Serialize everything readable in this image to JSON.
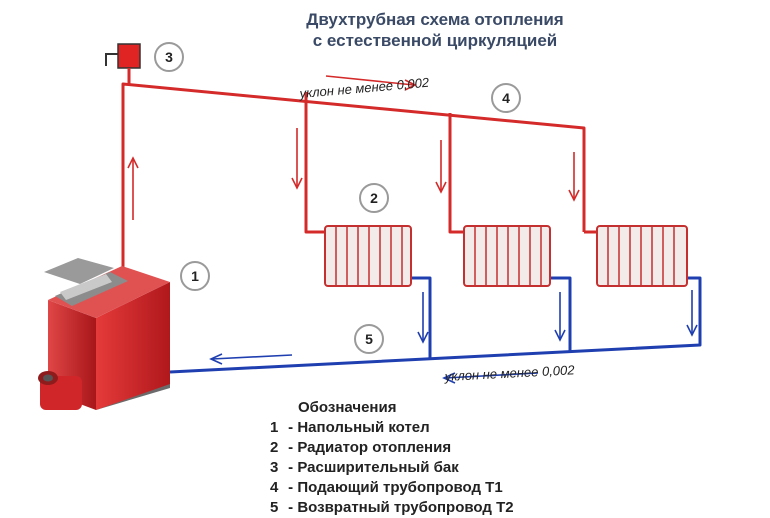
{
  "title": {
    "line1": "Двухтрубная схема отопления",
    "line2": "с естественной циркуляцией"
  },
  "slope_labels": {
    "supply": "уклон не менее 0,002",
    "return": "уклон не менее 0,002"
  },
  "badges": [
    "1",
    "2",
    "3",
    "4",
    "5"
  ],
  "legend": {
    "header": "Обозначения",
    "items": [
      {
        "num": "1",
        "text": "- Напольный котел"
      },
      {
        "num": "2",
        "text": "- Радиатор отопления"
      },
      {
        "num": "3",
        "text": "- Расширительный бак"
      },
      {
        "num": "4",
        "text": "- Подающий трубопровод   Т1"
      },
      {
        "num": "5",
        "text": "- Возвратный трубопровод   Т2"
      }
    ]
  },
  "colors": {
    "supply": "#d42a2a",
    "return": "#1f3fb0",
    "boiler": "#c8262a",
    "radiator_fill": "#f3eaea",
    "radiator_stroke": "#c43030",
    "badge_stroke": "#9a9a9a",
    "title": "#3a4a66"
  }
}
